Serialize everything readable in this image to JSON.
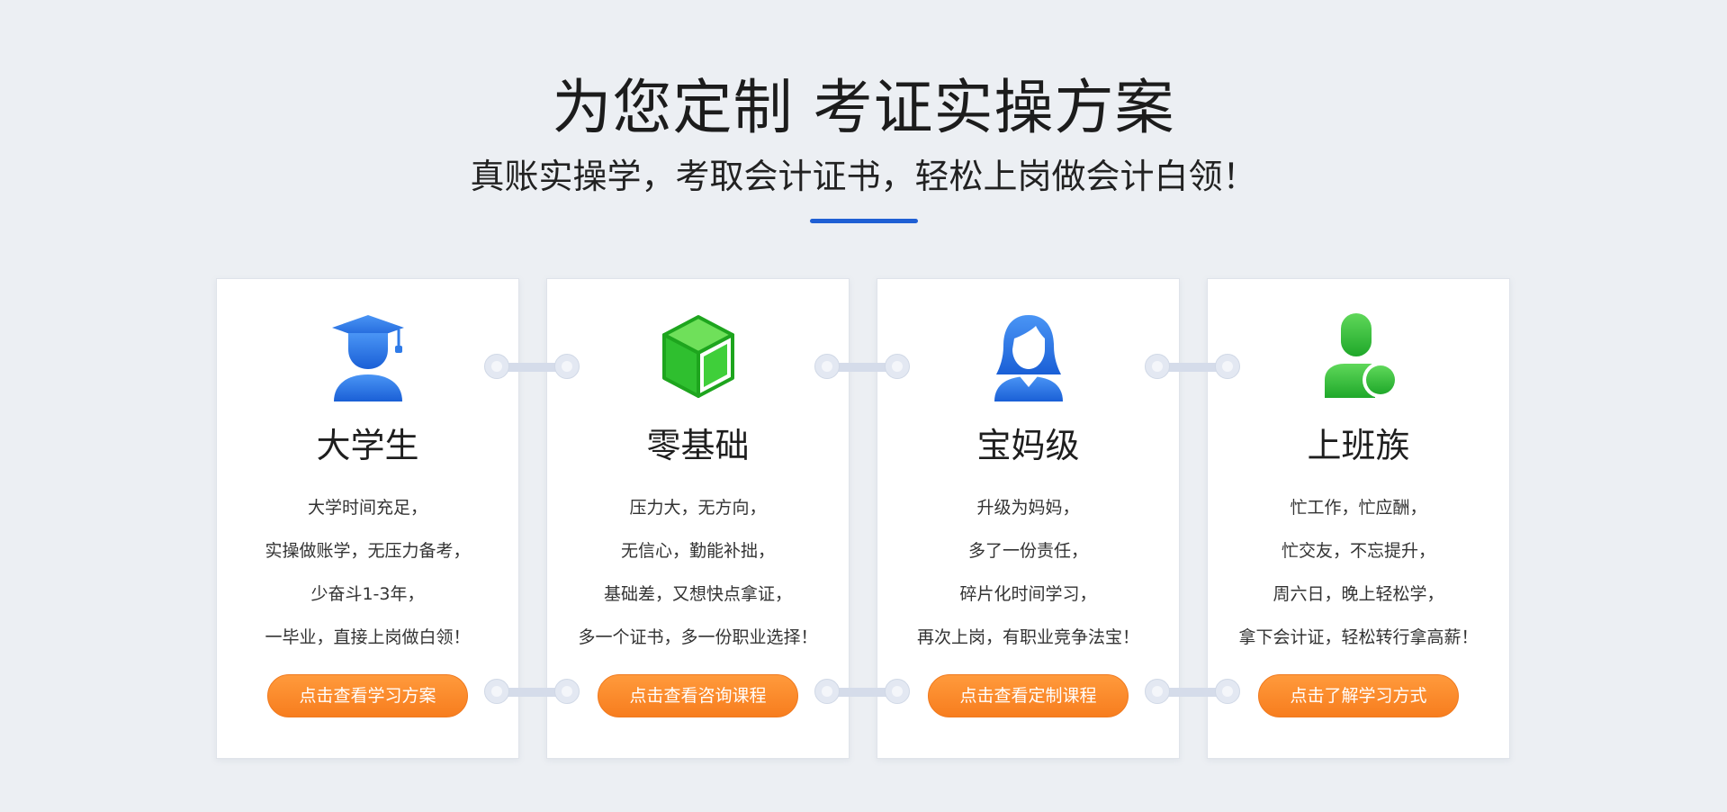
{
  "header": {
    "title": "为您定制 考证实操方案",
    "subtitle": "真账实操学，考取会计证书，轻松上岗做会计白领！"
  },
  "colors": {
    "accent_blue": "#1f5fd4",
    "button_orange": "#f98a2a",
    "icon_blue": "#2f7be8",
    "icon_green": "#2fbf2f"
  },
  "cards": [
    {
      "icon": "graduate-icon",
      "title": "大学生",
      "lines": [
        "大学时间充足，",
        "实操做账学，无压力备考，",
        "少奋斗1-3年，",
        "一毕业，直接上岗做白领！"
      ],
      "button": "点击查看学习方案"
    },
    {
      "icon": "cube-icon",
      "title": "零基础",
      "lines": [
        "压力大，无方向，",
        "无信心，勤能补拙，",
        "基础差，又想快点拿证，",
        "多一个证书，多一份职业选择！"
      ],
      "button": "点击查看咨询课程"
    },
    {
      "icon": "woman-icon",
      "title": "宝妈级",
      "lines": [
        "升级为妈妈，",
        "多了一份责任，",
        "碎片化时间学习，",
        "再次上岗，有职业竞争法宝！"
      ],
      "button": "点击查看定制课程"
    },
    {
      "icon": "office-worker-icon",
      "title": "上班族",
      "lines": [
        "忙工作，忙应酬，",
        "忙交友，不忘提升，",
        "周六日，晚上轻松学，",
        "拿下会计证，轻松转行拿高薪！"
      ],
      "button": "点击了解学习方式"
    }
  ]
}
